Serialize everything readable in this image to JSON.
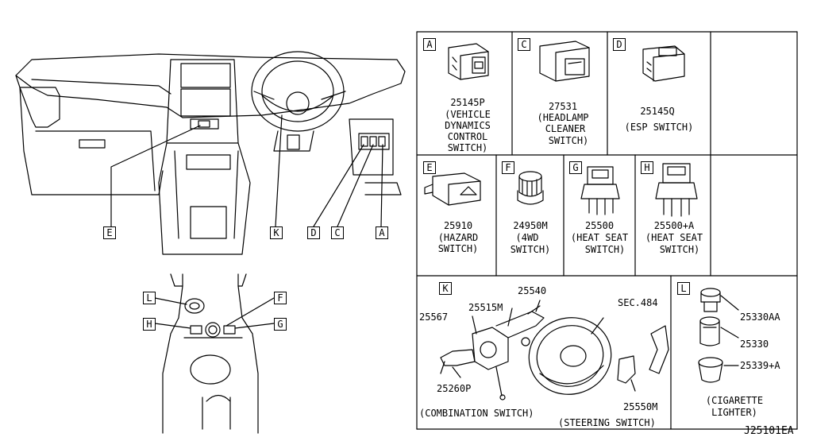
{
  "callouts": {
    "dash": {
      "E": "E",
      "K": "K",
      "D": "D",
      "C": "C",
      "A": "A"
    },
    "console": {
      "L": "L",
      "F": "F",
      "H": "H",
      "G": "G"
    }
  },
  "panels": {
    "A": {
      "letter": "A",
      "part": "25145P",
      "desc": [
        "(VEHICLE",
        "DYNAMICS",
        "CONTROL",
        "SWITCH)"
      ]
    },
    "C": {
      "letter": "C",
      "part": "27531",
      "desc": [
        "(HEADLAMP",
        "CLEANER",
        "SWITCH)"
      ]
    },
    "D": {
      "letter": "D",
      "part": "25145Q",
      "desc": [
        "(ESP SWITCH)"
      ]
    },
    "E": {
      "letter": "E",
      "part": "25910",
      "desc": [
        "(HAZARD",
        "SWITCH)"
      ]
    },
    "F": {
      "letter": "F",
      "part": "24950M",
      "desc": [
        "(4WD",
        "SWITCH)"
      ]
    },
    "G": {
      "letter": "G",
      "part": "25500",
      "desc": [
        "(HEAT SEAT",
        "SWITCH)"
      ]
    },
    "H": {
      "letter": "H",
      "part": "25500+A",
      "desc": [
        "(HEAT SEAT",
        "SWITCH)"
      ]
    },
    "K": {
      "letter": "K",
      "parts": [
        "25540",
        "25515M",
        "25567",
        "SEC.484",
        "25260P",
        "25550M"
      ],
      "desc": [
        "(COMBINATION SWITCH)",
        "(STEERING SWITCH)"
      ]
    },
    "L": {
      "letter": "L",
      "parts": [
        "25330AA",
        "25330",
        "25339+A"
      ],
      "desc": [
        "(CIGARETTE",
        "LIGHTER)"
      ]
    }
  },
  "drawing_code": "J25101EA"
}
